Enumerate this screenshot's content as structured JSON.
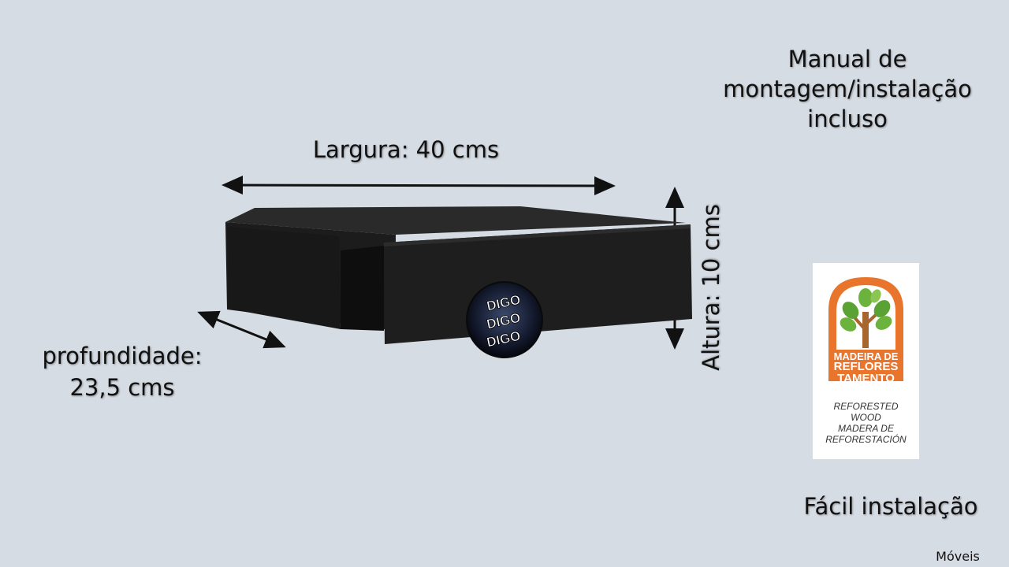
{
  "manual_text": [
    "Manual de",
    "montagem/instalação",
    "incluso"
  ],
  "dimensions": {
    "width_label": "Largura: 40 cms",
    "height_label": "Altura: 10 cms",
    "depth_label": [
      "profundidade:",
      "23,5 cms"
    ]
  },
  "badge": {
    "icon": "tree-icon",
    "title": [
      "MADEIRA DE",
      "REFLORES",
      "TAMENTO"
    ],
    "subtitle": [
      "REFORESTED",
      "WOOD",
      "MADERA DE",
      "REFORESTACIÓN"
    ],
    "color": "#e9742b"
  },
  "knob_logo": {
    "text": [
      "DIGO",
      "DIGO",
      "DIGO"
    ]
  },
  "easy_install": "Fácil instalação",
  "footer": "Móveis",
  "colors": {
    "background": "#d6dce4",
    "product": "#1d1d1d",
    "accent": "#e9742b"
  }
}
